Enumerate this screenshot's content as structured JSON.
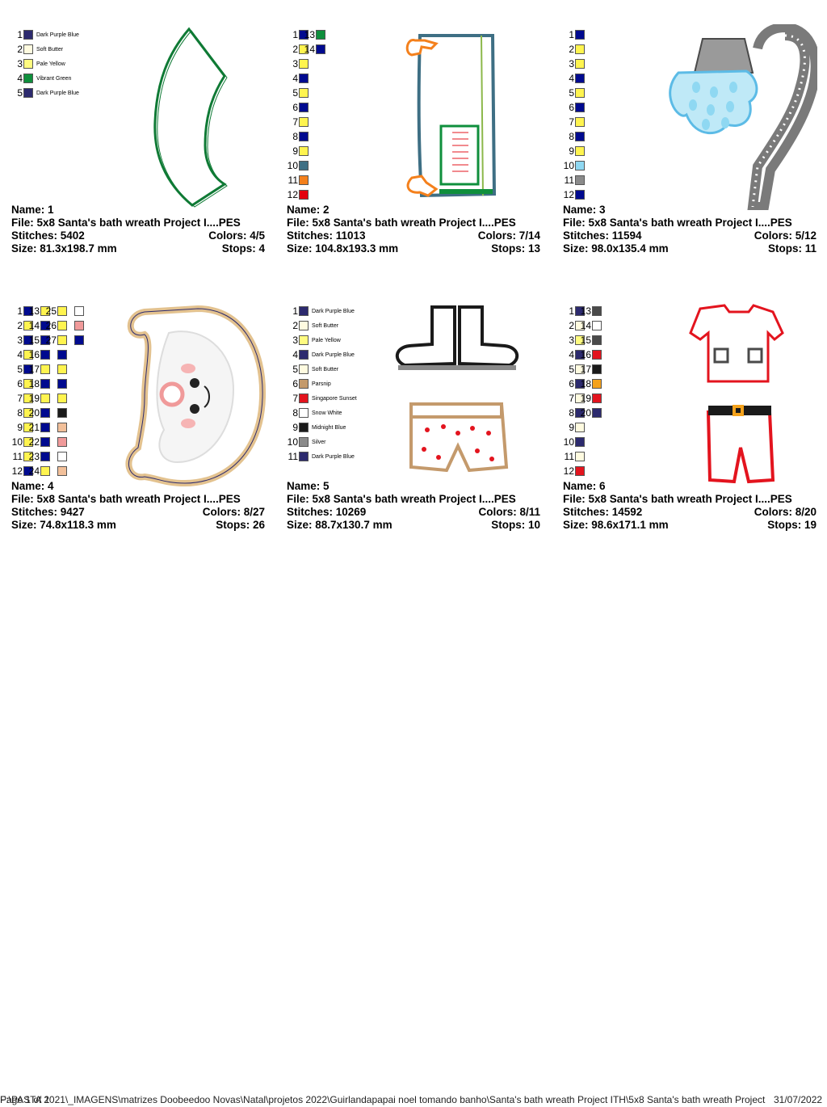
{
  "cards": [
    {
      "name": "Name: 1",
      "file": "File: 5x8 Santa's bath wreath Project I....PES",
      "stitches": "Stitches: 5402",
      "colors": "Colors: 4/5",
      "size": "Size: 81.3x198.7 mm",
      "stops": "Stops: 4",
      "art": "wreath-arc-art",
      "swatch_columns": [
        [
          {
            "n": "1",
            "color": "#2c2a6e",
            "label": "Dark Purple Blue"
          },
          {
            "n": "2",
            "color": "#fffbe0",
            "label": "Soft Butter"
          },
          {
            "n": "3",
            "color": "#fffb80",
            "label": "Pale Yellow"
          },
          {
            "n": "4",
            "color": "#0f8f3c",
            "label": "Vibrant Green"
          },
          {
            "n": "5",
            "color": "#2c2a6e",
            "label": "Dark Purple Blue"
          }
        ]
      ]
    },
    {
      "name": "Name: 2",
      "file": "File: 5x8 Santa's bath wreath Project I....PES",
      "stitches": "Stitches: 11013",
      "colors": "Colors: 7/14",
      "size": "Size: 104.8x193.3 mm",
      "stops": "Stops: 13",
      "art": "bathtub-art",
      "swatch_columns": [
        [
          {
            "n": "1",
            "color": "#000a8f"
          },
          {
            "n": "2",
            "color": "#fff44f"
          },
          {
            "n": "3",
            "color": "#fff44f"
          },
          {
            "n": "4",
            "color": "#000a8f"
          },
          {
            "n": "5",
            "color": "#fff44f"
          },
          {
            "n": "6",
            "color": "#000a8f"
          },
          {
            "n": "7",
            "color": "#fff44f"
          },
          {
            "n": "8",
            "color": "#000a8f"
          },
          {
            "n": "9",
            "color": "#fff44f"
          },
          {
            "n": "10",
            "color": "#3e6f84"
          },
          {
            "n": "11",
            "color": "#f4801c"
          },
          {
            "n": "12",
            "color": "#e3000f"
          }
        ],
        [
          {
            "n": "13",
            "color": "#0f8f3c"
          },
          {
            "n": "14",
            "color": "#000a8f"
          }
        ]
      ]
    },
    {
      "name": "Name: 3",
      "file": "File: 5x8 Santa's bath wreath Project I....PES",
      "stitches": "Stitches: 11594",
      "colors": "Colors: 5/12",
      "size": "Size: 98.0x135.4 mm",
      "stops": "Stops: 11",
      "art": "shower-head-art",
      "swatch_columns": [
        [
          {
            "n": "1",
            "color": "#000a8f"
          },
          {
            "n": "2",
            "color": "#fff44f"
          },
          {
            "n": "3",
            "color": "#fff44f"
          },
          {
            "n": "4",
            "color": "#000a8f"
          },
          {
            "n": "5",
            "color": "#fff44f"
          },
          {
            "n": "6",
            "color": "#000a8f"
          },
          {
            "n": "7",
            "color": "#fff44f"
          },
          {
            "n": "8",
            "color": "#000a8f"
          },
          {
            "n": "9",
            "color": "#fff44f"
          },
          {
            "n": "10",
            "color": "#8fd8f2"
          },
          {
            "n": "11",
            "color": "#8a8a8a"
          },
          {
            "n": "12",
            "color": "#000a8f"
          }
        ]
      ]
    },
    {
      "name": "Name: 4",
      "file": "File: 5x8 Santa's bath wreath Project I....PES",
      "stitches": "Stitches: 9427",
      "colors": "Colors: 8/27",
      "size": "Size: 74.8x118.3 mm",
      "stops": "Stops: 26",
      "art": "santa-face-art",
      "swatch_columns": [
        [
          {
            "n": "1",
            "color": "#000a8f"
          },
          {
            "n": "2",
            "color": "#fff44f"
          },
          {
            "n": "3",
            "color": "#000a8f"
          },
          {
            "n": "4",
            "color": "#fff44f"
          },
          {
            "n": "5",
            "color": "#000a8f"
          },
          {
            "n": "6",
            "color": "#fff44f"
          },
          {
            "n": "7",
            "color": "#fff44f"
          },
          {
            "n": "8",
            "color": "#fff44f"
          },
          {
            "n": "9",
            "color": "#fff44f"
          },
          {
            "n": "10",
            "color": "#fff44f"
          },
          {
            "n": "11",
            "color": "#fff44f"
          },
          {
            "n": "12",
            "color": "#000a8f"
          }
        ],
        [
          {
            "n": "13",
            "color": "#fff44f"
          },
          {
            "n": "14",
            "color": "#000a8f"
          },
          {
            "n": "15",
            "color": "#000a8f"
          },
          {
            "n": "16",
            "color": "#000a8f"
          },
          {
            "n": "17",
            "color": "#fff44f"
          },
          {
            "n": "18",
            "color": "#000a8f"
          },
          {
            "n": "19",
            "color": "#fff44f"
          },
          {
            "n": "20",
            "color": "#000a8f"
          },
          {
            "n": "21",
            "color": "#000a8f"
          },
          {
            "n": "22",
            "color": "#000a8f"
          },
          {
            "n": "23",
            "color": "#000a8f"
          },
          {
            "n": "24",
            "color": "#fff44f"
          }
        ],
        [
          {
            "n": "25",
            "color": "#fff44f"
          },
          {
            "n": "26",
            "color": "#fff44f"
          },
          {
            "n": "27",
            "color": "#fff44f"
          },
          {
            "n": "",
            "color": "#000a8f"
          },
          {
            "n": "",
            "color": "#fff44f"
          },
          {
            "n": "",
            "color": "#000a8f"
          },
          {
            "n": "",
            "color": "#fff44f"
          },
          {
            "n": "",
            "color": "#1a1a1a"
          },
          {
            "n": "",
            "color": "#f2c09a"
          },
          {
            "n": "",
            "color": "#f09a9a"
          },
          {
            "n": "",
            "color": "#ffffff"
          },
          {
            "n": "",
            "color": "#f2c09a"
          }
        ],
        [
          {
            "n": "",
            "color": "#ffffff"
          },
          {
            "n": "",
            "color": "#f09a9a"
          },
          {
            "n": "",
            "color": "#000a8f"
          }
        ]
      ]
    },
    {
      "name": "Name: 5",
      "file": "File: 5x8 Santa's bath wreath Project I....PES",
      "stitches": "Stitches: 10269",
      "colors": "Colors: 8/11",
      "size": "Size: 88.7x130.7 mm",
      "stops": "Stops: 10",
      "art": "boots-shorts-art",
      "swatch_columns": [
        [
          {
            "n": "1",
            "color": "#2c2a6e",
            "label": "Dark Purple Blue"
          },
          {
            "n": "2",
            "color": "#fffbe0",
            "label": "Soft Butter"
          },
          {
            "n": "3",
            "color": "#fffb80",
            "label": "Pale Yellow"
          },
          {
            "n": "4",
            "color": "#2c2a6e",
            "label": "Dark Purple Blue"
          },
          {
            "n": "5",
            "color": "#fffbe0",
            "label": "Soft Butter"
          },
          {
            "n": "6",
            "color": "#c49a6c",
            "label": "Parsnip"
          },
          {
            "n": "7",
            "color": "#e3141e",
            "label": "Singapore Sunset"
          },
          {
            "n": "8",
            "color": "#ffffff",
            "label": "Snow White"
          },
          {
            "n": "9",
            "color": "#1a1a1a",
            "label": "Midnight Blue"
          },
          {
            "n": "10",
            "color": "#8a8a8a",
            "label": "Silver"
          },
          {
            "n": "11",
            "color": "#2c2a6e",
            "label": "Dark Purple Blue"
          }
        ]
      ]
    },
    {
      "name": "Name: 6",
      "file": "File: 5x8 Santa's bath wreath Project I....PES",
      "stitches": "Stitches: 14592",
      "colors": "Colors: 8/20",
      "size": "Size: 98.6x171.1 mm",
      "stops": "Stops: 19",
      "art": "santa-clothes-art",
      "swatch_columns": [
        [
          {
            "n": "1",
            "color": "#2c2a6e"
          },
          {
            "n": "2",
            "color": "#fffbe0"
          },
          {
            "n": "3",
            "color": "#fffb80"
          },
          {
            "n": "4",
            "color": "#2c2a6e"
          },
          {
            "n": "5",
            "color": "#fffbe0"
          },
          {
            "n": "6",
            "color": "#2c2a6e"
          },
          {
            "n": "7",
            "color": "#fffbe0"
          },
          {
            "n": "8",
            "color": "#2c2a6e"
          },
          {
            "n": "9",
            "color": "#fffbe0"
          },
          {
            "n": "10",
            "color": "#2c2a6e"
          },
          {
            "n": "11",
            "color": "#fffbe0"
          },
          {
            "n": "12",
            "color": "#e3141e"
          }
        ],
        [
          {
            "n": "13",
            "color": "#4a4a4a"
          },
          {
            "n": "14",
            "color": "#ffffff"
          },
          {
            "n": "15",
            "color": "#4a4a4a"
          },
          {
            "n": "16",
            "color": "#e3141e"
          },
          {
            "n": "17",
            "color": "#1a1a1a"
          },
          {
            "n": "18",
            "color": "#f4a21c"
          },
          {
            "n": "19",
            "color": "#e3141e"
          },
          {
            "n": "20",
            "color": "#2c2a6e"
          }
        ]
      ]
    }
  ],
  "footer": {
    "page_label": "Page 1 of 1",
    "path": "F:\\PASTA 2021\\_IMAGENS\\matrizes Doobeedoo Novas\\Natal\\projetos 2022\\Guirlandapapai noel tomando banho\\Santa's bath wreath Project ITH\\5x8 Santa's bath wreath Project",
    "date": "31/07/2022"
  }
}
